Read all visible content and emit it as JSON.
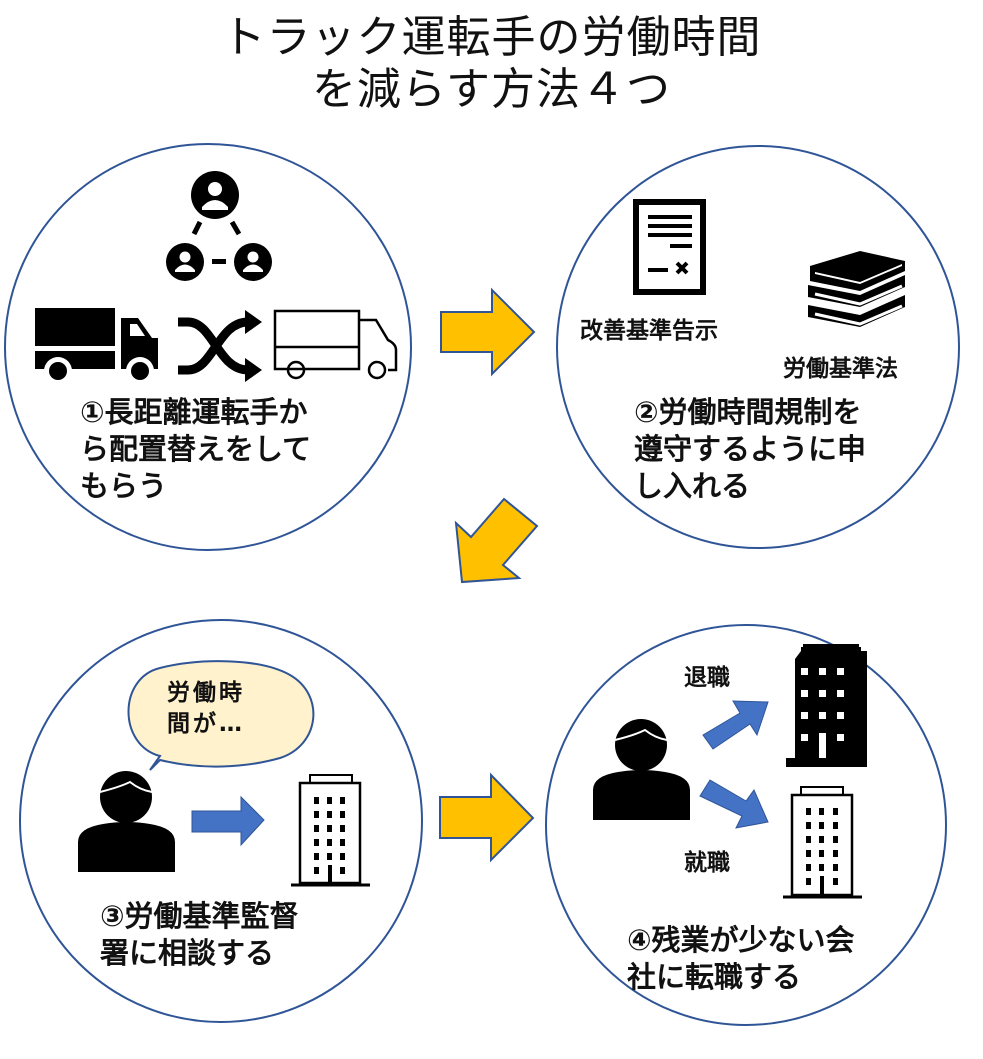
{
  "title": {
    "line1": "トラック運転手の労働時間",
    "line2": "を減らす方法４つ"
  },
  "colors": {
    "circle_stroke": "#2f5597",
    "flow_arrow_fill": "#ffc000",
    "flow_arrow_stroke": "#2f5597",
    "blue_arrow": "#4472c4",
    "bubble_fill": "#fff2cc"
  },
  "steps": [
    {
      "label_lines": [
        "①長距離運転手か",
        "ら配置替えをして",
        "もらう"
      ],
      "icons": [
        "people-network-icon",
        "truck-filled-icon",
        "shuffle-icon",
        "truck-outline-icon"
      ]
    },
    {
      "label_lines": [
        "②労働時間規制を",
        "遵守するように申",
        "し入れる"
      ],
      "icons": [
        "document-icon",
        "books-icon"
      ],
      "captions": {
        "document": "改善基準告示",
        "books": "労働基準法"
      }
    },
    {
      "label_lines": [
        "③労働基準監督",
        "署に相談する"
      ],
      "icons": [
        "person-icon",
        "arrow-right-icon",
        "office-building-icon"
      ],
      "bubble_lines": [
        "労働時",
        "間が…"
      ]
    },
    {
      "label_lines": [
        "④残業が少ない会",
        "社に転職する"
      ],
      "icons": [
        "person-icon",
        "building-filled-icon",
        "office-building-icon"
      ],
      "captions": {
        "resign": "退職",
        "employ": "就職"
      }
    }
  ]
}
